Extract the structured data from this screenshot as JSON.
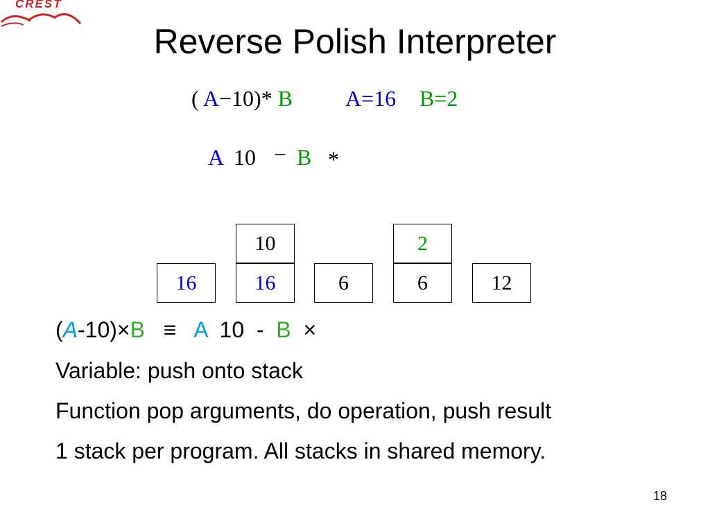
{
  "logo": {
    "text": "CREST"
  },
  "title": "Reverse Polish Interpreter",
  "formula": {
    "open": "( ",
    "a": "A",
    "mid": "−10)* ",
    "b": "B",
    "a_assign": "A=16",
    "b_assign": "B=2"
  },
  "rpn": {
    "a": "A",
    "ten": "10",
    "minus": "−",
    "b": "B",
    "times": "*"
  },
  "stack": {
    "top": [
      {
        "col": 1,
        "value": "10",
        "color": "#000000"
      },
      {
        "col": 3,
        "value": "2",
        "color": "#009900"
      }
    ],
    "bottom": [
      {
        "value": "16",
        "color": "#0000cc"
      },
      {
        "value": "16",
        "color": "#0000cc"
      },
      {
        "value": "6",
        "color": "#000000"
      },
      {
        "value": "6",
        "color": "#000000"
      },
      {
        "value": "12",
        "color": "#000000"
      }
    ]
  },
  "expr_line": {
    "open": "(",
    "a": "A",
    "mid": "-10)×",
    "b": "B",
    "equiv": "   ≡   ",
    "a2": "A",
    "ten": "  10  -  ",
    "b2": "B",
    "times": "  ×"
  },
  "lines": [
    "Variable: push onto stack",
    "Function pop arguments, do operation, push result",
    "1 stack per program. All stacks in shared memory."
  ],
  "page_number": "18"
}
